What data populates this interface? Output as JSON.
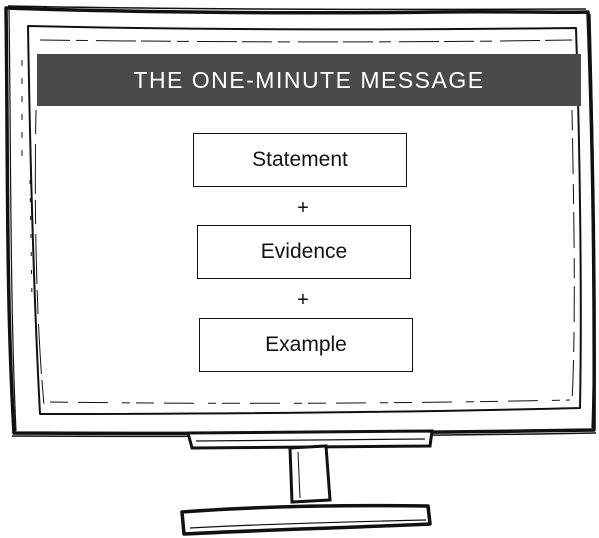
{
  "title": "THE ONE-MINUTE MESSAGE",
  "steps": [
    {
      "label": "Statement"
    },
    {
      "label": "Evidence"
    },
    {
      "label": "Example"
    }
  ],
  "connector": "+",
  "colors": {
    "banner_background": "#4a4a4a",
    "banner_text": "#ffffff",
    "ink": "#111111",
    "screen": "#ffffff"
  },
  "icons": {
    "device": "monitor-icon"
  }
}
